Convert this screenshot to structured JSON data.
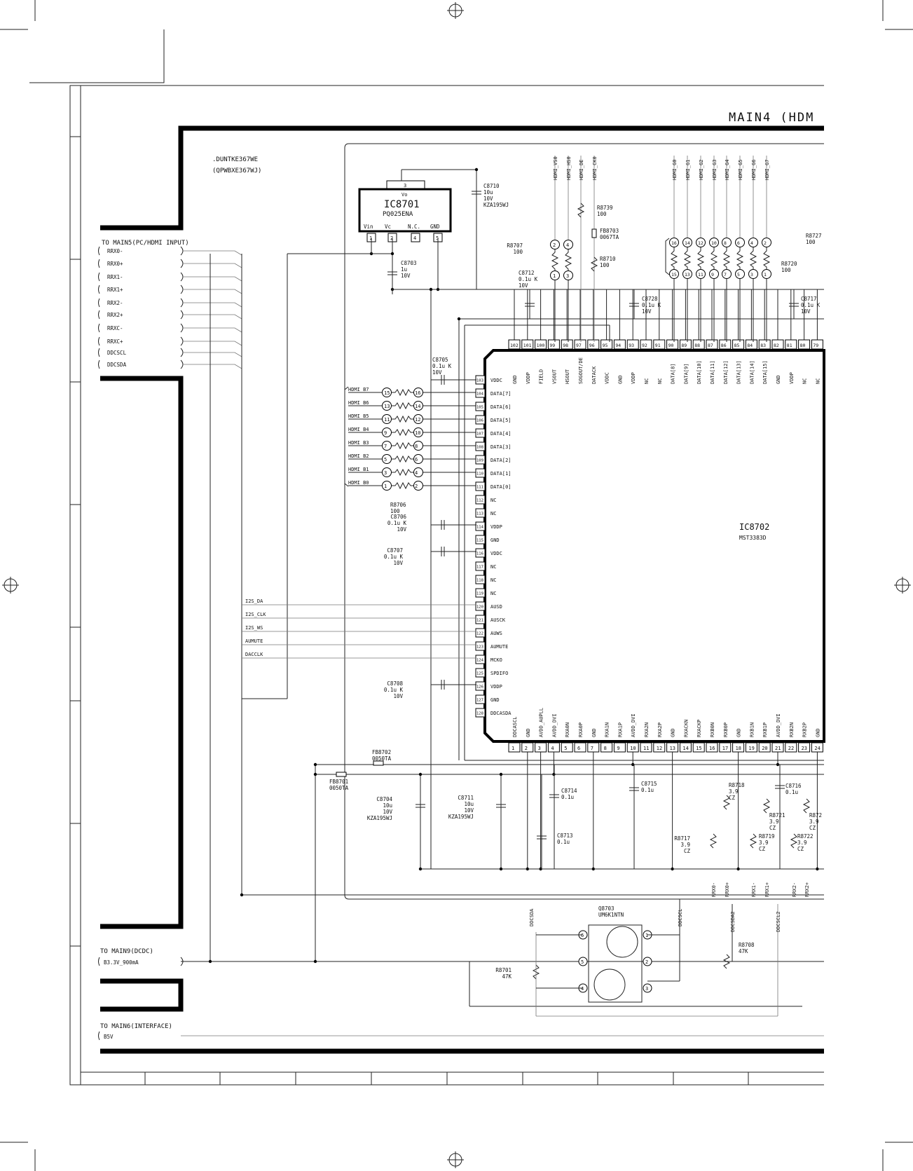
{
  "title": "MAIN4 (HDM",
  "part_no": ".DUNTKE367WE",
  "part_no_alt": "(QPWBXE367WJ)",
  "connectors": {
    "main5": {
      "label": "TO MAIN5(PC/HDMI INPUT)",
      "signals": [
        "RRX0-",
        "RRX0+",
        "RRX1-",
        "RRX1+",
        "RRX2-",
        "RRX2+",
        "RRXC-",
        "RRXC+",
        "DDCSCL",
        "DDCSDA"
      ]
    },
    "main9": {
      "label": "TO MAIN9(DCDC)",
      "signals": [
        "B3.3V_900mA"
      ]
    },
    "main6": {
      "label": "TO MAIN6(INTERFACE)",
      "signals": [
        "B5V"
      ]
    }
  },
  "ic8701": {
    "name": "IC8701",
    "part": "PQ025ENA",
    "top_pin": "3",
    "vo": "Vo",
    "pins": [
      {
        "num": "1",
        "label": "Vin"
      },
      {
        "num": "2",
        "label": "Vc"
      },
      {
        "num": "4",
        "label": "N.C."
      },
      {
        "num": "5",
        "label": "GND"
      }
    ]
  },
  "ic8702": {
    "name": "IC8702",
    "part": "MST3383D",
    "top_pins": [
      {
        "num": "102",
        "label": "GND"
      },
      {
        "num": "101",
        "label": "VDDP"
      },
      {
        "num": "100",
        "label": "FIELD"
      },
      {
        "num": "99",
        "label": "VSOUT"
      },
      {
        "num": "98",
        "label": "HSOUT"
      },
      {
        "num": "97",
        "label": "SOGOUT/DE"
      },
      {
        "num": "96",
        "label": "DATACK"
      },
      {
        "num": "95",
        "label": "VDDC"
      },
      {
        "num": "94",
        "label": "GND"
      },
      {
        "num": "93",
        "label": "VDDP"
      },
      {
        "num": "92",
        "label": "NC"
      },
      {
        "num": "91",
        "label": "NC"
      },
      {
        "num": "90",
        "label": "DATA[8]"
      },
      {
        "num": "89",
        "label": "DATA[9]"
      },
      {
        "num": "88",
        "label": "DATA[10]"
      },
      {
        "num": "87",
        "label": "DATA[11]"
      },
      {
        "num": "86",
        "label": "DATA[12]"
      },
      {
        "num": "85",
        "label": "DATA[13]"
      },
      {
        "num": "84",
        "label": "DATA[14]"
      },
      {
        "num": "83",
        "label": "DATA[15]"
      },
      {
        "num": "82",
        "label": "GND"
      },
      {
        "num": "81",
        "label": "VDDP"
      },
      {
        "num": "80",
        "label": "NC"
      },
      {
        "num": "79",
        "label": "NC"
      }
    ],
    "left_pins": [
      {
        "num": "103",
        "label": "VDDC"
      },
      {
        "num": "104",
        "label": "DATA[7]"
      },
      {
        "num": "105",
        "label": "DATA[6]"
      },
      {
        "num": "106",
        "label": "DATA[5]"
      },
      {
        "num": "107",
        "label": "DATA[4]"
      },
      {
        "num": "108",
        "label": "DATA[3]"
      },
      {
        "num": "109",
        "label": "DATA[2]"
      },
      {
        "num": "110",
        "label": "DATA[1]"
      },
      {
        "num": "111",
        "label": "DATA[0]"
      },
      {
        "num": "112",
        "label": "NC"
      },
      {
        "num": "113",
        "label": "NC"
      },
      {
        "num": "114",
        "label": "VDDP"
      },
      {
        "num": "115",
        "label": "GND"
      },
      {
        "num": "116",
        "label": "VDDC"
      },
      {
        "num": "117",
        "label": "NC"
      },
      {
        "num": "118",
        "label": "NC"
      },
      {
        "num": "119",
        "label": "NC"
      },
      {
        "num": "120",
        "label": "AUSD"
      },
      {
        "num": "121",
        "label": "AUSCK"
      },
      {
        "num": "122",
        "label": "AUWS"
      },
      {
        "num": "123",
        "label": "AUMUTE"
      },
      {
        "num": "124",
        "label": "MCKO"
      },
      {
        "num": "125",
        "label": "SPDIFO"
      },
      {
        "num": "126",
        "label": "VDDP"
      },
      {
        "num": "127",
        "label": "GND"
      },
      {
        "num": "128",
        "label": "DDCASDA"
      }
    ],
    "bottom_pins": [
      {
        "num": "1",
        "label": "DDCASCL"
      },
      {
        "num": "2",
        "label": "GND"
      },
      {
        "num": "3",
        "label": "AVDD_AUPLL"
      },
      {
        "num": "4",
        "label": "AVDD_DVI"
      },
      {
        "num": "5",
        "label": "RXA0N"
      },
      {
        "num": "6",
        "label": "RXA0P"
      },
      {
        "num": "7",
        "label": "GND"
      },
      {
        "num": "8",
        "label": "RXA1N"
      },
      {
        "num": "9",
        "label": "RXA1P"
      },
      {
        "num": "10",
        "label": "AVDD_DVI"
      },
      {
        "num": "11",
        "label": "RXA2N"
      },
      {
        "num": "12",
        "label": "RXA2P"
      },
      {
        "num": "13",
        "label": "GND"
      },
      {
        "num": "14",
        "label": "RXACKN"
      },
      {
        "num": "15",
        "label": "RXACKP"
      },
      {
        "num": "16",
        "label": "RXB0N"
      },
      {
        "num": "17",
        "label": "RXB0P"
      },
      {
        "num": "18",
        "label": "GND"
      },
      {
        "num": "19",
        "label": "RXB1N"
      },
      {
        "num": "20",
        "label": "RXB1P"
      },
      {
        "num": "21",
        "label": "AVDD_DVI"
      },
      {
        "num": "22",
        "label": "RXB2N"
      },
      {
        "num": "23",
        "label": "RXB2P"
      },
      {
        "num": "24",
        "label": "GND"
      }
    ]
  },
  "nets_top": [
    "HDMI_VS0",
    "HDMI_HS0",
    "HDMI_DE",
    "HDMI_CK0",
    "HDMI_G0",
    "HDMI_G1",
    "HDMI_G2",
    "HDMI_G3",
    "HDMI_G4",
    "HDMI_G5",
    "HDMI_G6",
    "HDMI_G7"
  ],
  "nets_left": [
    "HDMI_B7",
    "HDMI_B6",
    "HDMI_B5",
    "HDMI_B4",
    "HDMI_B3",
    "HDMI_B2",
    "HDMI_B1",
    "HDMI_B0"
  ],
  "nets_audio": [
    "I2S_DA",
    "I2S_CLK",
    "I2S_WS",
    "AUMUTE",
    "DACCLK"
  ],
  "nets_bottom": [
    "RRX0-",
    "RRX0+",
    "RRX1-",
    "RRX1+",
    "RRX2-",
    "RRX2+"
  ],
  "nets_ddc": [
    "DDCSDA",
    "DDCSCL",
    "DDCSDA2",
    "DDCSCL2"
  ],
  "array_pins_left": [
    {
      "l": "15",
      "r": "16"
    },
    {
      "l": "13",
      "r": "14"
    },
    {
      "l": "11",
      "r": "12"
    },
    {
      "l": "9",
      "r": "10"
    },
    {
      "l": "7",
      "r": "8"
    },
    {
      "l": "5",
      "r": "6"
    },
    {
      "l": "3",
      "r": "4"
    },
    {
      "l": "1",
      "r": "2"
    }
  ],
  "array_pins_top": [
    {
      "t": "16",
      "b": "15"
    },
    {
      "t": "14",
      "b": "13"
    },
    {
      "t": "12",
      "b": "11"
    },
    {
      "t": "10",
      "b": "9"
    },
    {
      "t": "8",
      "b": "7"
    },
    {
      "t": "6",
      "b": "5"
    },
    {
      "t": "4",
      "b": "3"
    },
    {
      "t": "2",
      "b": "1"
    }
  ],
  "array_pins_small": [
    {
      "t": "2",
      "b": "1"
    },
    {
      "t": "4",
      "b": "3"
    }
  ],
  "components": {
    "c8710": {
      "ref": "C8710",
      "v1": "10u",
      "v2": "10V",
      "v3": "KZA195WJ"
    },
    "c8703": {
      "ref": "C8703",
      "v1": "1u",
      "v2": "10V"
    },
    "r8739": {
      "ref": "R8739",
      "v1": "100"
    },
    "fb8703": {
      "ref": "FB8703",
      "v1": "0067TA"
    },
    "r8707": {
      "ref": "R8707",
      "v1": "100"
    },
    "r8710": {
      "ref": "R8710",
      "v1": "100"
    },
    "c8712": {
      "ref": "C8712",
      "v1": "0.1u K",
      "v2": "10V"
    },
    "c8728": {
      "ref": "C8728",
      "v1": "0.1u K",
      "v2": "10V"
    },
    "r8720": {
      "ref": "R8720",
      "v1": "100"
    },
    "r8727": {
      "ref": "R8727",
      "v1": "100"
    },
    "c8717": {
      "ref": "C8717",
      "v1": "0.1u K",
      "v2": "10V"
    },
    "c8705": {
      "ref": "C8705",
      "v1": "0.1u K",
      "v2": "10V"
    },
    "r8706": {
      "ref": "R8706",
      "v1": "100"
    },
    "c8706": {
      "ref": "C8706",
      "v1": "0.1u K",
      "v2": "10V"
    },
    "c8707": {
      "ref": "C8707",
      "v1": "0.1u K",
      "v2": "10V"
    },
    "c8708": {
      "ref": "C8708",
      "v1": "0.1u K",
      "v2": "10V"
    },
    "fb8702": {
      "ref": "FB8702",
      "v1": "0050TA"
    },
    "fb8701": {
      "ref": "FB8701",
      "v1": "0050TA"
    },
    "c8704": {
      "ref": "C8704",
      "v1": "10u",
      "v2": "10V",
      "v3": "KZA195WJ"
    },
    "c8711": {
      "ref": "C8711",
      "v1": "10u",
      "v2": "10V",
      "v3": "KZA195WJ"
    },
    "c8714": {
      "ref": "C8714",
      "v1": "0.1u"
    },
    "c8713": {
      "ref": "C8713",
      "v1": "0.1u"
    },
    "c8715": {
      "ref": "C8715",
      "v1": "0.1u"
    },
    "r8718": {
      "ref": "R8718",
      "v1": "3.9",
      "v2": "CZ"
    },
    "r8717": {
      "ref": "R8717",
      "v1": "3.9",
      "v2": "CZ"
    },
    "r8721": {
      "ref": "R8721",
      "v1": "3.9",
      "v2": "CZ"
    },
    "r8719": {
      "ref": "R8719",
      "v1": "3.9",
      "v2": "CZ"
    },
    "c8716": {
      "ref": "C8716",
      "v1": "0.1u"
    },
    "r872x": {
      "ref": "R872",
      "v1": "3.9",
      "v2": "CZ"
    },
    "r8722": {
      "ref": "R8722",
      "v1": "3.9",
      "v2": "CZ"
    },
    "q8703": {
      "ref": "Q8703",
      "v1": "UM6K1NTN"
    },
    "r8708": {
      "ref": "R8708",
      "v1": "47K"
    },
    "r8701": {
      "ref": "R8701",
      "v1": "47K"
    }
  },
  "q8703_pins": [
    "6",
    "1",
    "5",
    "2",
    "4",
    "3"
  ]
}
